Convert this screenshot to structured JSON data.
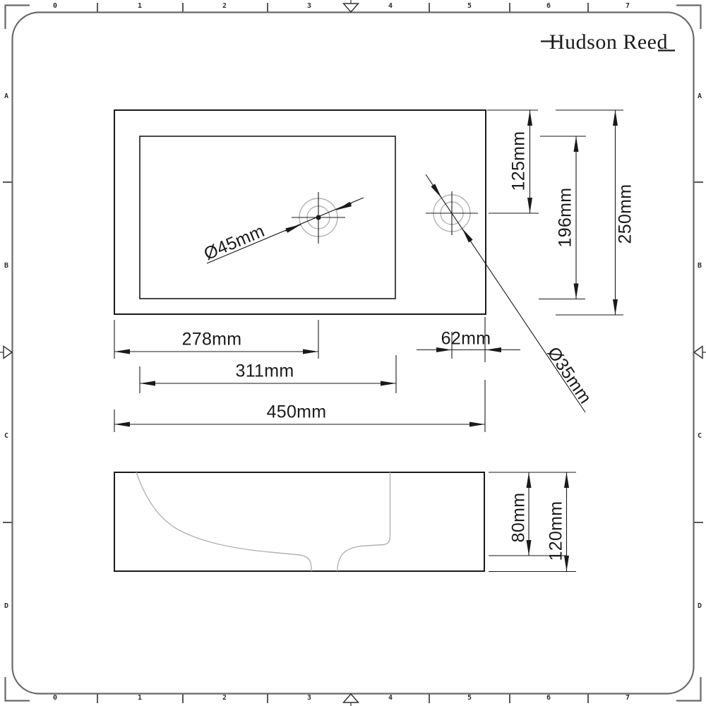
{
  "colors": {
    "paper": "#ffffff",
    "ink": "#1a1a1a",
    "frame": "#696969",
    "tick": "#2e2e2e",
    "construction": "#b3b3b3"
  },
  "brand": {
    "logo_text": "Hudson Reed"
  },
  "ruler": {
    "numbers": [
      "0",
      "1",
      "2",
      "3",
      "4",
      "5",
      "6",
      "7"
    ],
    "letters": [
      "A",
      "B",
      "C",
      "D"
    ]
  },
  "dimensions": {
    "top_view": {
      "overall_width": "450mm",
      "bowl_width": "311mm",
      "drain_center_from_left": "278mm",
      "tap_center_from_right_edge": "62mm",
      "tap_center_from_back": "125mm",
      "bowl_depth": "196mm",
      "overall_depth": "250mm",
      "drain_hole_diameter": "Ø45mm",
      "tap_hole_diameter": "Ø35mm"
    },
    "front_view": {
      "bowl_inner_height": "80mm",
      "overall_height": "120mm"
    }
  }
}
